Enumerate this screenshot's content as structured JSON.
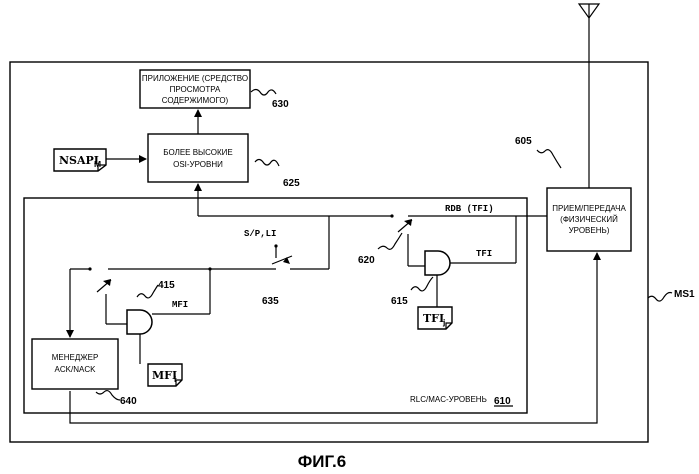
{
  "blocks": {
    "app": [
      "ПРИЛОЖЕНИЕ (СРЕДСТВО",
      "ПРОСМОТРА",
      "СОДЕРЖИМОГО)"
    ],
    "osi": [
      "БОЛЕЕ ВЫСОКИЕ",
      "OSI-УРОВНИ"
    ],
    "phy": [
      "ПРИЕМ/ПЕРЕДАЧА",
      "(ФИЗИЧЕСКИЙ",
      "УРОВЕНЬ)"
    ],
    "ack": [
      "МЕНЕДЖЕР",
      "ACK/NACK"
    ],
    "rlc": "RLC/MAC-УРОВЕНЬ"
  },
  "signals": {
    "rdb": "RDB (TFI)",
    "sp_li": "S/P,LI",
    "tfi": "TFI",
    "mfi": "MFI",
    "nsapi": "NSAPI",
    "nsapi_sub": "M"
  },
  "tags": {
    "tfi": "TFI",
    "tfi_sub": "j",
    "mfi": "MFI",
    "mfi_sub": "i"
  },
  "refs": {
    "r630": "630",
    "r625": "625",
    "r605": "605",
    "r620": "620",
    "r615": "615",
    "r635": "635",
    "r415": "415",
    "r640": "640",
    "r610": "610",
    "ms1": "MS1"
  },
  "caption": "ФИГ.6"
}
